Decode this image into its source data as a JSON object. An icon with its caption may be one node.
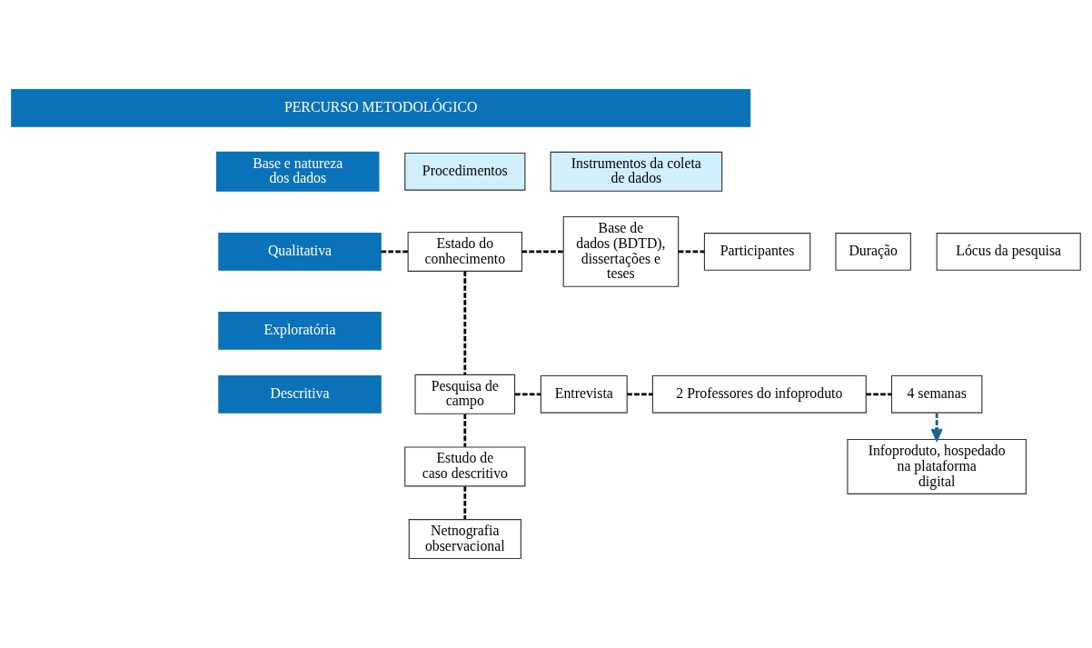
{
  "diagram": {
    "nodes": [
      {
        "text": [
          "PERCURSO METODOLÓGICO"
        ]
      },
      {
        "text": [
          "Base e natureza dos dados"
        ]
      },
      {
        "text": [
          "Procedimentos"
        ]
      },
      {
        "text": [
          "Instrumentos da coleta de dados"
        ]
      },
      {
        "text": [
          "Qualitativa"
        ]
      },
      {
        "text": [
          "Estado do conhecimento"
        ]
      },
      {
        "text": [
          "Base de dados (BDTD), dissertações e teses"
        ]
      },
      {
        "text": [
          "Participantes"
        ]
      },
      {
        "text": [
          "Duração"
        ]
      },
      {
        "text": [
          "Lócus da pesquisa"
        ]
      },
      {
        "text": [
          "Exploratória"
        ]
      },
      {
        "text": [
          "Pesquisa de campo"
        ]
      },
      {
        "text": [
          "Entrevista"
        ]
      },
      {
        "text": [
          "2 Professores do infoproduto"
        ]
      },
      {
        "text": [
          "4 semanas"
        ]
      },
      {
        "text": [
          "Descritiva"
        ]
      },
      {
        "text": [
          "Estudo de caso descritivo"
        ]
      },
      {
        "text": [
          "Infoproduto, hospedado na plataforma digital"
        ]
      },
      {
        "text": [
          "Netnografia observacional"
        ]
      }
    ],
    "edges": [
      {
        "from": 4,
        "to": 5,
        "arrow": "none",
        "style": "dashed"
      },
      {
        "from": 5,
        "to": 6,
        "arrow": "none",
        "style": "dashed"
      },
      {
        "from": 6,
        "to": 7,
        "arrow": "none",
        "style": "dashed"
      },
      {
        "from": 5,
        "to": 11,
        "arrow": "none",
        "style": "dashed"
      },
      {
        "from": 11,
        "to": 12,
        "arrow": "none",
        "style": "dashed"
      },
      {
        "from": 12,
        "to": 13,
        "arrow": "none",
        "style": "dashed"
      },
      {
        "from": 13,
        "to": 14,
        "arrow": "none",
        "style": "dashed"
      },
      {
        "from": 11,
        "to": 16,
        "arrow": "none",
        "style": "dashed"
      },
      {
        "from": 16,
        "to": 18,
        "arrow": "none",
        "style": "dashed"
      },
      {
        "from": 14,
        "to": 17,
        "arrow": "to",
        "style": "dashed",
        "color": "#1f5f8b"
      }
    ]
  }
}
